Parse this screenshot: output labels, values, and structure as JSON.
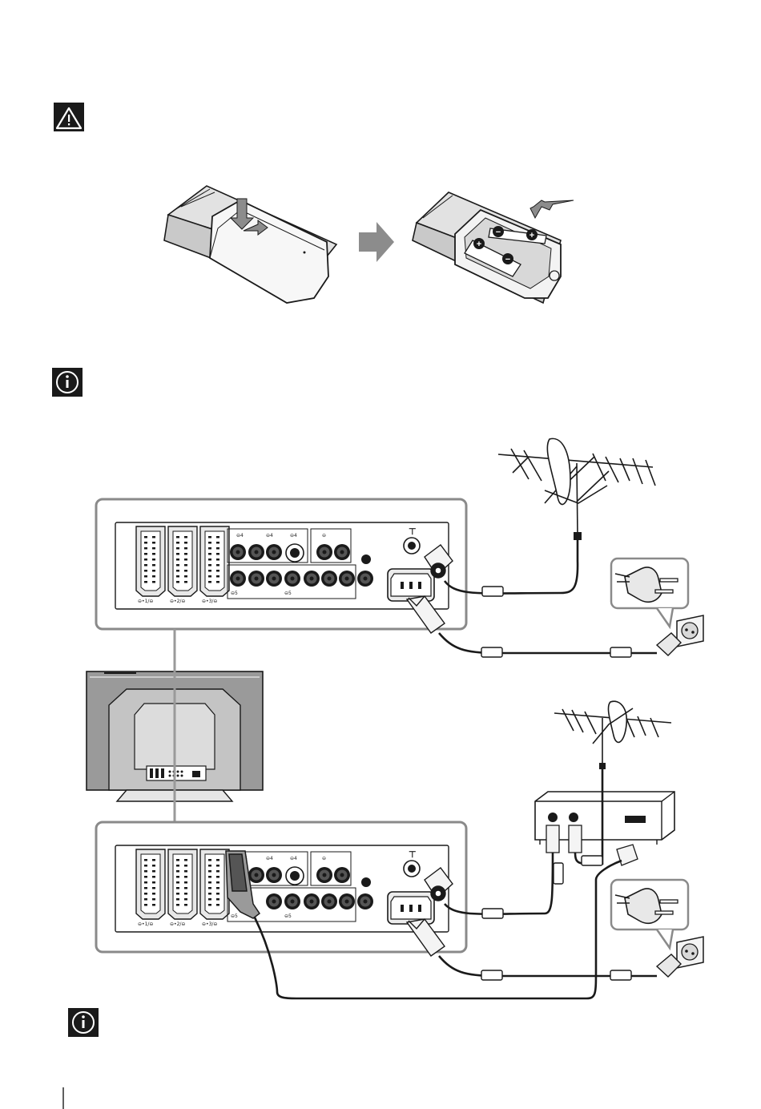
{
  "colors": {
    "ink": "#1a1a1a",
    "mid_gray": "#9a9a9a",
    "light_gray": "#d4d4d4",
    "panel_frame": "#8a8a8a",
    "arrow_gray": "#8c8c8c"
  },
  "icons": {
    "warning": "warning-triangle-icon",
    "info_top": "info-icon",
    "info_bottom": "info-icon"
  },
  "panel_labels": {
    "scart_1": "⊖•1/⊖",
    "scart_2": "⊖•2/⊖",
    "scart_3": "⊖•3/⊖",
    "input_4_a": "⊖4",
    "input_4_b": "⊖4",
    "input_4_c": "⊖4",
    "input_5_a": "⊖5",
    "input_5_b": "⊖5",
    "output": "⊖",
    "aerial": "⊤"
  },
  "battery": {
    "plus_1": "+",
    "minus_1": "−",
    "plus_2": "+",
    "minus_2": "−"
  }
}
